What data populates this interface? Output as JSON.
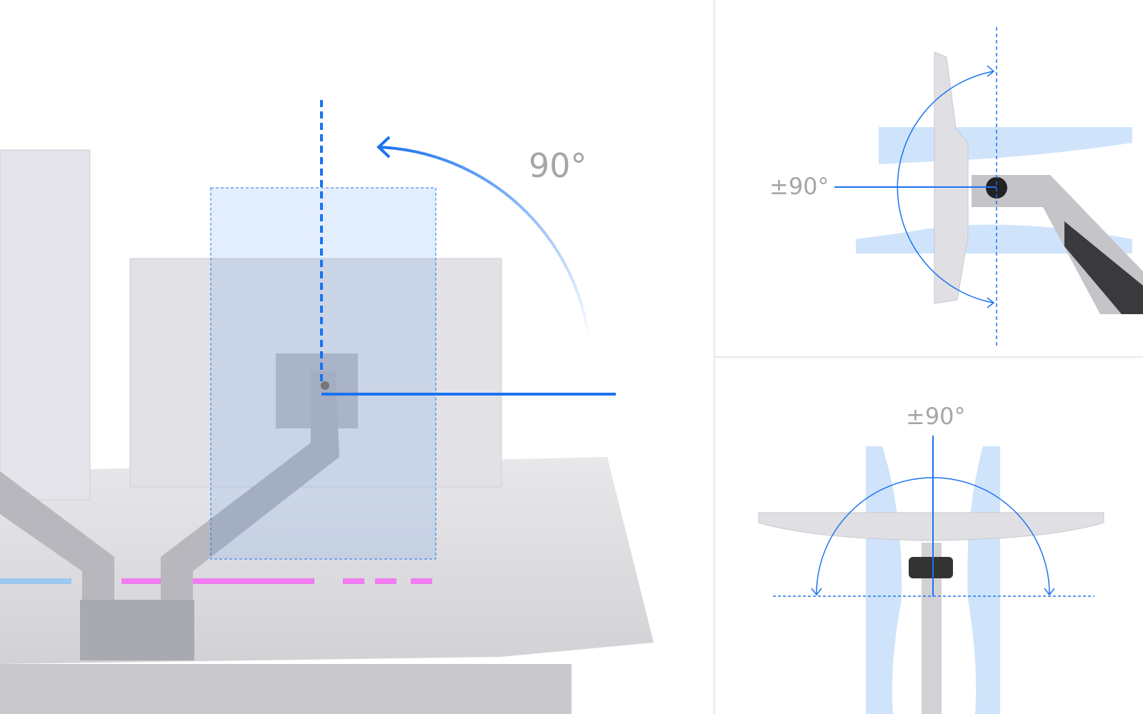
{
  "main_panel": {
    "rotation_label": "90°"
  },
  "tilt_panel": {
    "tilt_label": "±90°"
  },
  "swivel_panel": {
    "swivel_label": "±90°"
  },
  "colors": {
    "accent": "#1a73f0",
    "ghost": "#cfe4fb",
    "product": "#d9d9dd",
    "divider": "#d0d0d0"
  }
}
